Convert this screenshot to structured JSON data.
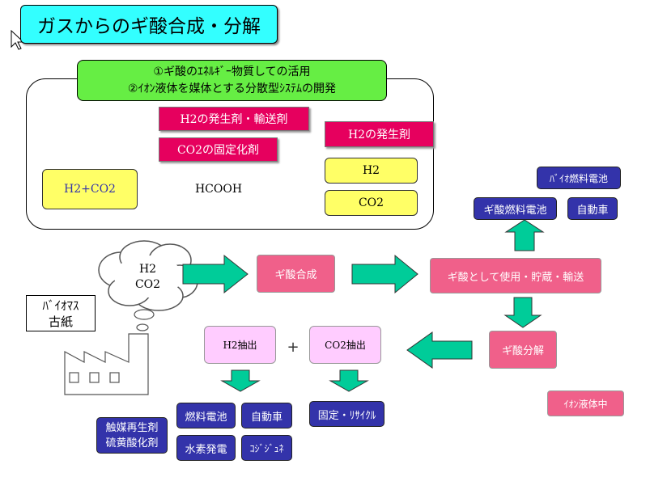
{
  "title": "ガスからのギ酸合成・分解",
  "note": {
    "line1": "①ギ酸のｴﾈﾙｷﾞｰ物質しての活用",
    "line2": "②ｲｵﾝ液体を媒体とする分散型ｼｽﾃﾑの開発"
  },
  "upper": {
    "input": "H2+CO2",
    "label_h2_agent": "H2の発生剤・輸送剤",
    "label_co2_agent": "CO2の固定化剤",
    "arrow_label": "HCOOH",
    "label_h2_gen": "H2の発生剤",
    "out_h2": "H2",
    "out_co2": "CO2"
  },
  "cloud": {
    "line1": "H2",
    "line2": "CO2"
  },
  "biomass": {
    "line1": "ﾊﾞｲｵﾏｽ",
    "line2": "古紙"
  },
  "process": {
    "synthesis": "ギ酸合成",
    "use": "ギ酸として使用・貯蔵・輸送",
    "decompose": "ギ酸分解",
    "h2_extract": "H2抽出",
    "plus": "+",
    "co2_extract": "CO2抽出"
  },
  "apps": {
    "biofuel_cell": "ﾊﾞｲｵ燃料電池",
    "formic_fuel_cell": "ギ酸燃料電池",
    "car_top": "自動車",
    "fuel_cell": "燃料電池",
    "car": "自動車",
    "h2_power": "水素発電",
    "cogeneration": "ｺｼﾞｼﾞｭﾈ",
    "fixation": "固定・ﾘｻｲｸﾙ",
    "catalyst_line1": "触媒再生剤",
    "catalyst_line2": "硫黄酸化剤",
    "ionic_liquid": "ｲｵﾝ液体中"
  },
  "colors": {
    "title_bg": "#33ffff",
    "note_bg": "#66ee44",
    "magenta": "#e6005e",
    "yellow": "#ffff66",
    "pink": "#f0608a",
    "light_pink": "#ffccff",
    "navy": "#3333aa",
    "arrow_green": "#00cc99"
  }
}
